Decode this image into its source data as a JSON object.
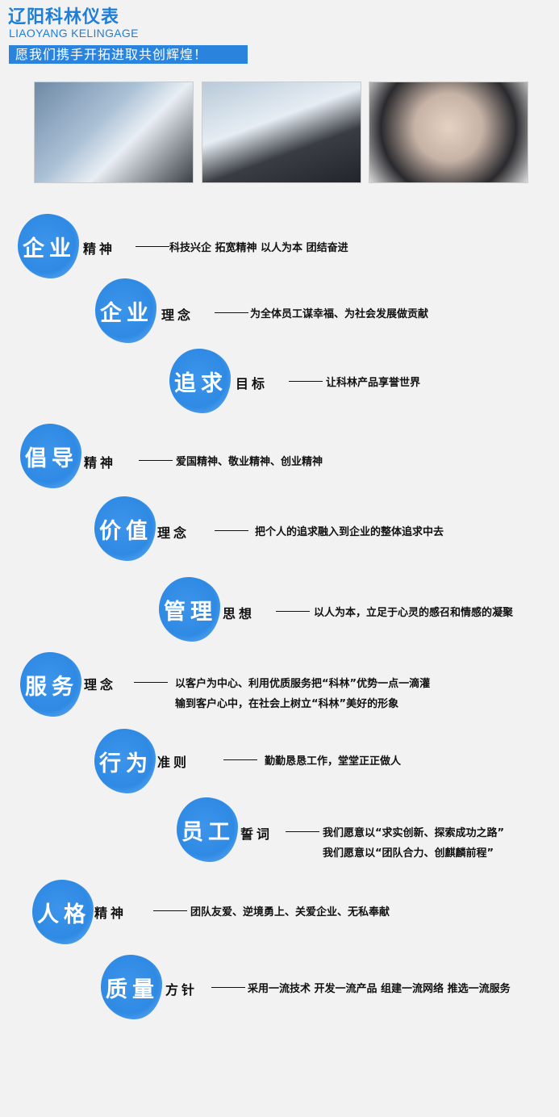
{
  "header": {
    "logo_cn": "辽阳科林仪表",
    "logo_en": "LIAOYANG KELINGAGE",
    "slogan": "愿我们携手开拓进取共创辉煌！"
  },
  "colors": {
    "accent": "#2a84de",
    "blob": "#2f8ae4",
    "background": "#f2f2f2"
  },
  "items": [
    {
      "main": "企业",
      "sub": "精神",
      "lines": [
        "科技兴企  拓宽精神  以人为本  团结奋进"
      ]
    },
    {
      "main": "企业",
      "sub": "理念",
      "lines": [
        "为全体员工谋幸福、为社会发展做贡献"
      ]
    },
    {
      "main": "追求",
      "sub": "目标",
      "lines": [
        "让科林产品享誉世界"
      ]
    },
    {
      "main": "倡导",
      "sub": "精神",
      "lines": [
        "爱国精神、敬业精神、创业精神"
      ]
    },
    {
      "main": "价值",
      "sub": "理念",
      "lines": [
        "把个人的追求融入到企业的整体追求中去"
      ]
    },
    {
      "main": "管理",
      "sub": "思想",
      "lines": [
        "以人为本，立足于心灵的感召和情感的凝聚"
      ]
    },
    {
      "main": "服务",
      "sub": "理念",
      "lines": [
        "以客户为中心、利用优质服务把“科林”优势一点一滴灌",
        "输到客户心中，在社会上树立“科林”美好的形象"
      ]
    },
    {
      "main": "行为",
      "sub": "准则",
      "lines": [
        "勤勤恳恳工作，堂堂正正做人"
      ]
    },
    {
      "main": "员工",
      "sub": "誓词",
      "lines": [
        "我们愿意以“求实创新、探索成功之路”",
        "我们愿意以“团队合力、创麒麟前程”"
      ]
    },
    {
      "main": "人格",
      "sub": "精神",
      "lines": [
        "团队友爱、逆境勇上、关爱企业、无私奉献"
      ]
    },
    {
      "main": "质量",
      "sub": "方针",
      "lines": [
        "采用一流技术  开发一流产品  组建一流网络  推选一流服务"
      ]
    }
  ]
}
